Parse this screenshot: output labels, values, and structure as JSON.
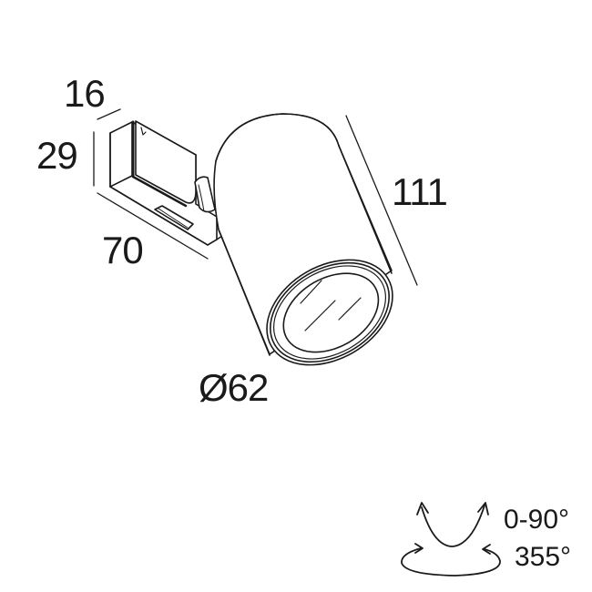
{
  "diagram": {
    "subject": "track spotlight dimension drawing",
    "line_color": "#1a1a1a",
    "background": "#ffffff",
    "dimensions": {
      "adapter_depth": "16",
      "adapter_height": "29",
      "adapter_length": "70",
      "body_length": "111",
      "body_diameter": "Ø62"
    },
    "rotation": {
      "tilt": "0-90°",
      "pan": "355°"
    },
    "icons": [
      "tilt-arrow-icon",
      "pan-rotation-arrow-icon"
    ]
  }
}
